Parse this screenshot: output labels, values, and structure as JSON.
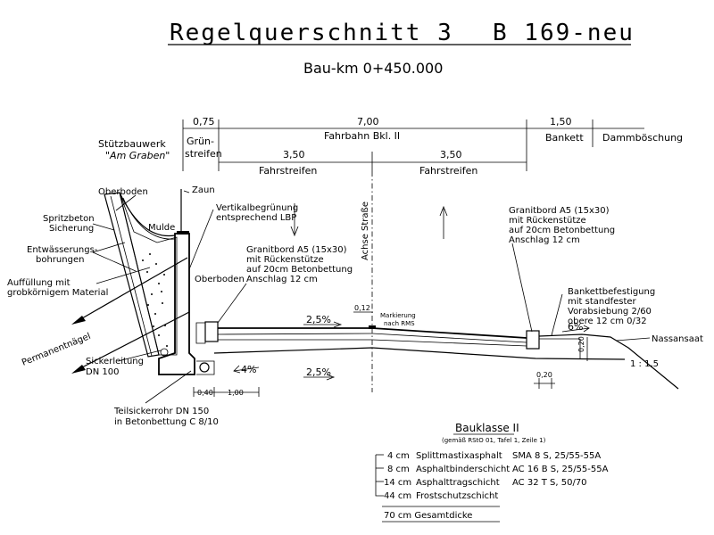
{
  "title": {
    "main": "Regelquerschnitt 3",
    "road": "B 169-neu",
    "subtitle": "Bau-km 0+450.000"
  },
  "dimensions": {
    "top": [
      "0,75",
      "7,00",
      "1,50"
    ],
    "lane_left": "3,50",
    "lane_right": "3,50",
    "bottom_a": "0,40",
    "bottom_b": "1,00",
    "right_small": "0,20",
    "right_vertical": "0,20",
    "center_small": "0,12"
  },
  "zones": {
    "gruenstreifen_1": "Grün-",
    "gruenstreifen_2": "streifen",
    "fahrbahn": "Fahrbahn  Bkl. II",
    "bankett": "Bankett",
    "dammboeschung": "Dammböschung",
    "fahrstreifen_left": "Fahrstreifen",
    "fahrstreifen_right": "Fahrstreifen",
    "achse": "Achse Straße"
  },
  "labels": {
    "stuetzbauwerk_1": "Stützbauwerk",
    "stuetzbauwerk_2": "\"Am Graben\"",
    "oberboden_top": "Oberboden",
    "zaun": "Zaun",
    "mulde": "Mulde",
    "spritzbeton_1": "Spritzbeton",
    "spritzbeton_2": "Sicherung",
    "entwaesserung_1": "Entwässerungs-",
    "entwaesserung_2": "bohrungen",
    "auffuellung_1": "Auffüllung mit",
    "auffuellung_2": "grobkörnigem Material",
    "permanentnaegel": "Permanentnägel",
    "sickerleitung_1": "Sickerleitung",
    "sickerleitung_2": "DN 100",
    "teilsickerrohr_1": "Teilsickerrohr DN 150",
    "teilsickerrohr_2": "in Betonbettung C 8/10",
    "vertikal_1": "Vertikalbegrünung",
    "vertikal_2": "entsprechend LBP",
    "granit_left_1": "Granitbord A5 (15x30)",
    "granit_left_2": "mit Rückenstütze",
    "granit_left_3": "auf 20cm Betonbettung",
    "granit_left_4": "Anschlag 12 cm",
    "oberboden_mid": "Oberboden",
    "markierung_1": "Markierung",
    "markierung_2": "nach RMS",
    "granit_right_1": "Granitbord A5 (15x30)",
    "granit_right_2": "mit Rückenstütze",
    "granit_right_3": "auf 20cm Betonbettung",
    "granit_right_4": "Anschlag 12 cm",
    "bankett_1": "Bankettbefestigung",
    "bankett_2": "mit standfester",
    "bankett_3": "Vorabsiebung 2/60",
    "bankett_4": "obere 12 cm    0/32",
    "nassansaat": "Nassansaat",
    "slope_top": "2,5%",
    "slope_bottom": "2,5%",
    "slope_left": "4%",
    "slope_right": "6%",
    "boeschung": "1 : 1,5"
  },
  "bauklasse": {
    "title": "Bauklasse II",
    "note": "(gemäß RStO 01, Tafel 1, Zeile 1)",
    "layers": [
      {
        "thickness": "4 cm",
        "name": "Splittmastixasphalt",
        "spec": "SMA 8 S, 25/55-55A"
      },
      {
        "thickness": "8 cm",
        "name": "Asphaltbinderschicht",
        "spec": "AC 16 B S, 25/55-55A"
      },
      {
        "thickness": "14 cm",
        "name": "Asphalttragschicht",
        "spec": "AC 32 T S, 50/70"
      },
      {
        "thickness": "44 cm",
        "name": "Frostschutzschicht",
        "spec": ""
      }
    ],
    "total": "70 cm Gesamtdicke"
  }
}
